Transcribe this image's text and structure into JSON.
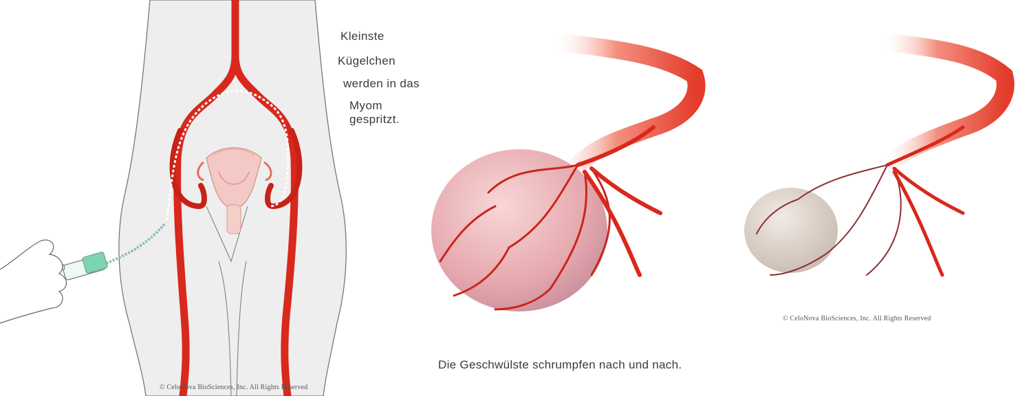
{
  "left_panel": {
    "caption_lines": [
      "Kleinste",
      "Kügelchen",
      "werden in das",
      "Myom gespritzt."
    ],
    "copyright": "© CeloNova BioSciences, Inc.  All Rights Reserved"
  },
  "right_panel": {
    "caption": "Die Geschwülste schrumpfen nach und nach.",
    "copyright": "© CeloNova BioSciences, Inc.  All Rights Reserved"
  },
  "colors": {
    "artery": "#d9281c",
    "artery_dark": "#a8140c",
    "body_fill": "#eeeeee",
    "fibroid_large": "#e7a7ad",
    "fibroid_small": "#dcd0c6",
    "particles": "#7ed3b2"
  }
}
